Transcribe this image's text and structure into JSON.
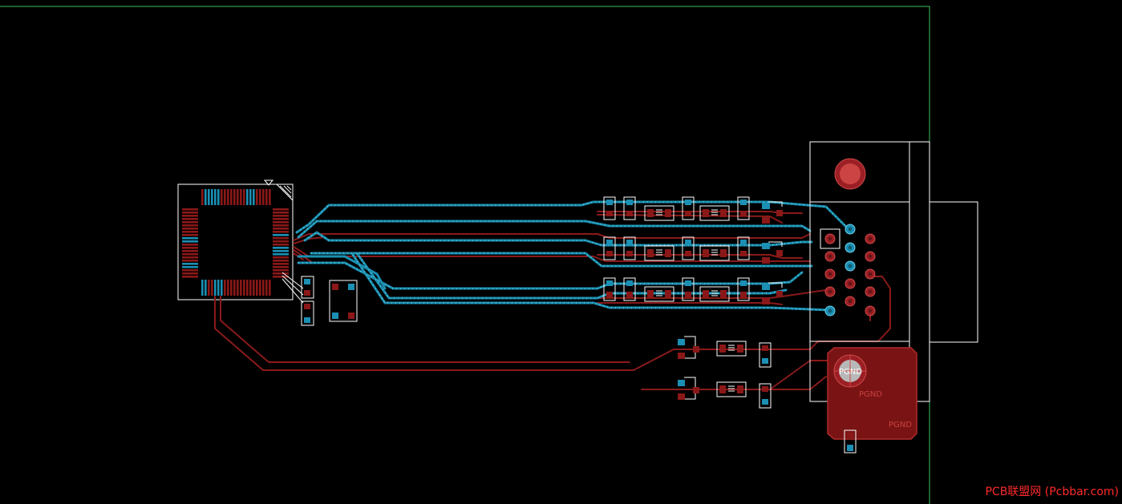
{
  "colors": {
    "background": "#000000",
    "board_outline": "#3fbf5f",
    "silkscreen": "#ffffff",
    "top_copper": "#1b8fb4",
    "bottom_copper": "#8b1818",
    "pour": "#7a1414",
    "watermark": "#ff2a2a"
  },
  "labels": {
    "pgnd_pad": "PGND",
    "pgnd_1": "PGND",
    "pgnd_2": "PGND"
  },
  "watermark": "PCB联盟网 (Pcbbar.com)"
}
